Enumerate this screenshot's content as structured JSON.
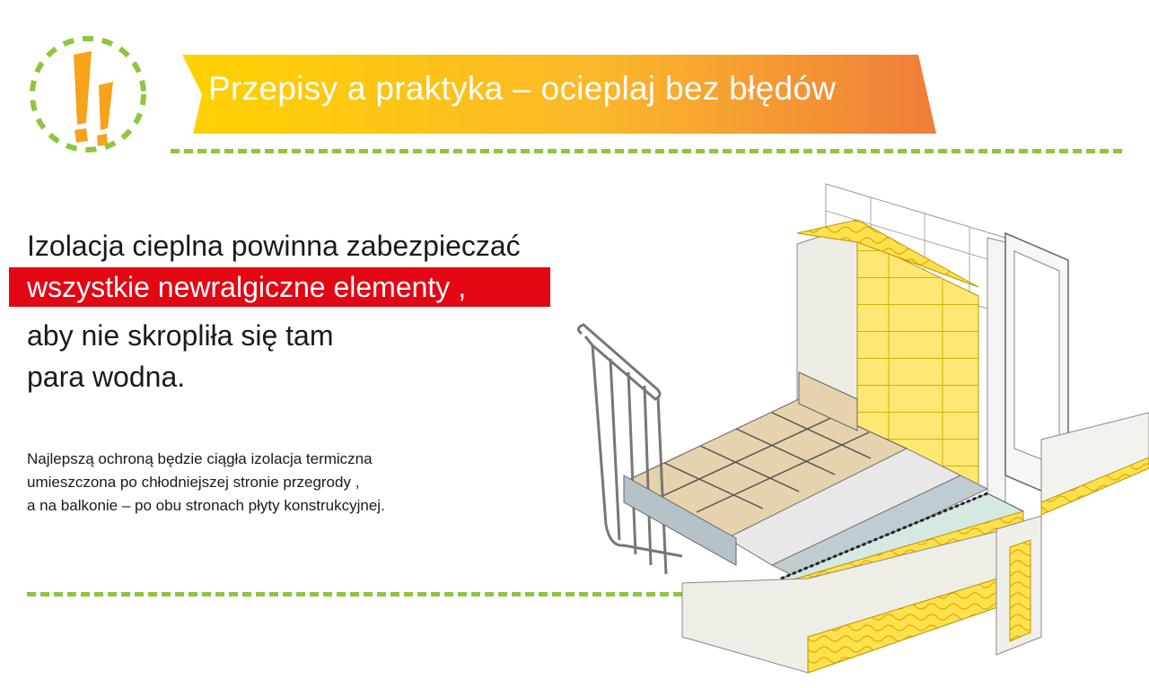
{
  "header": {
    "title": "Przepisy a praktyka – ocieplaj bez błędów",
    "icon": "double-exclamation-icon"
  },
  "main": {
    "heading_lines": [
      "Izolacja cieplna powinna zabezpieczać",
      "wszystkie newralgiczne elementy  ,",
      "aby nie skropliła się tam",
      "para wodna."
    ],
    "body_lines": [
      "Najlepszą ochroną będzie ciągła izolacja termiczna",
      "umieszczona po  chłodniejszej stronie przegrody ,",
      "a na balkonie – po  obu stronach płyty konstrukcyjnej."
    ]
  },
  "colors": {
    "accent_green": "#8dc63f",
    "highlight_red": "#e30613",
    "banner_start": "#ffd200",
    "banner_end": "#ef7d3a",
    "insulation_yellow": "#ffe14d"
  }
}
